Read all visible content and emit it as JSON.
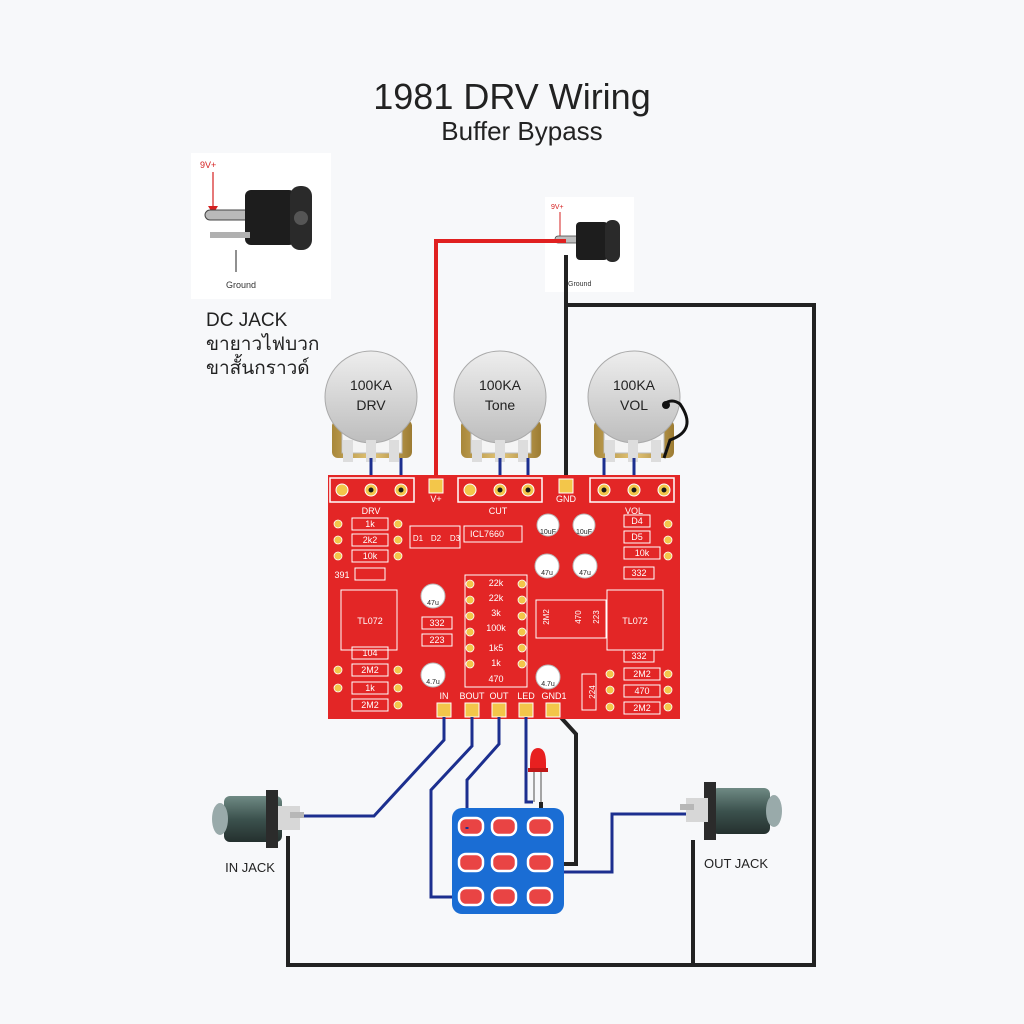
{
  "title": "1981 DRV  Wiring",
  "subtitle": "Buffer Bypass",
  "dc_jack_photo": {
    "plus_label": "9V+",
    "ground_label": "Ground"
  },
  "dc_jack_note": {
    "heading": "DC JACK",
    "line1": "ขายาวไฟบวก",
    "line2": "ขาสั้นกราวด์"
  },
  "pots": [
    {
      "value": "100KA",
      "name": "DRV"
    },
    {
      "value": "100KA",
      "name": "Tone"
    },
    {
      "value": "100KA",
      "name": "VOL"
    }
  ],
  "pcb": {
    "top_pads": [
      "V+",
      "GND"
    ],
    "pot_labels": [
      "DRV",
      "CUT",
      "VOL"
    ],
    "bottom_pads": [
      "IN",
      "BOUT",
      "OUT",
      "LED",
      "GND1"
    ],
    "ics": [
      "ICL7660",
      "TL072",
      "TL072"
    ],
    "left_parts": [
      "1k",
      "2k2",
      "10k",
      "391",
      "332",
      "223",
      "104",
      "2M2",
      "1k",
      "2M2"
    ],
    "center_parts": [
      "22k",
      "22k",
      "3k",
      "100k",
      "1k5",
      "1k",
      "470"
    ],
    "right_parts": [
      "D4",
      "D5",
      "10k",
      "332",
      "332",
      "2M2",
      "470",
      "2M2",
      "224"
    ],
    "diodes": [
      "D1",
      "D2",
      "D3"
    ],
    "caps": [
      "10uF",
      "10uF",
      "47u",
      "47u",
      "47u",
      "4.7u",
      "4.7u"
    ],
    "vertical_parts": [
      "2M2",
      "470",
      "223"
    ]
  },
  "jacks": {
    "in": "IN JACK",
    "out": "OUT JACK"
  },
  "colors": {
    "pcb": "#e32626",
    "wire_power": "#e02020",
    "wire_signal": "#1c2f8f",
    "wire_ground": "#222222",
    "switch": "#1a6dd4"
  }
}
